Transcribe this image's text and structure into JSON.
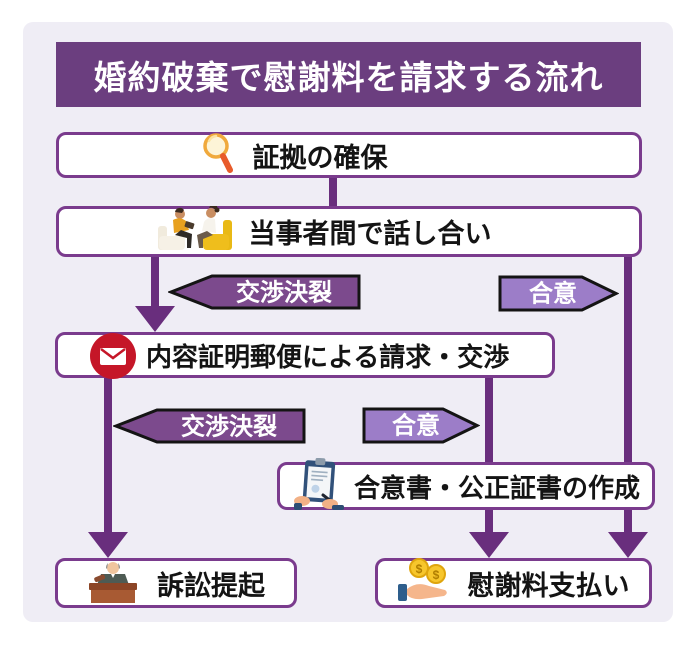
{
  "title": {
    "text": "婚約破棄で慰謝料を請求する流れ"
  },
  "nodes": {
    "evidence": {
      "label": "証拠の確保",
      "icon": "magnifier-icon"
    },
    "discussion": {
      "label": "当事者間で話し合い",
      "icon": "two-people-talking-icon"
    },
    "certified_mail": {
      "label": "内容証明郵便による請求・交渉",
      "icon": "envelope-icon"
    },
    "agreement_doc": {
      "label": "合意書・公正証書の作成",
      "icon": "document-signing-icon"
    },
    "lawsuit": {
      "label": "訴訟提起",
      "icon": "judge-gavel-icon"
    },
    "payment": {
      "label": "慰謝料支払い",
      "icon": "coins-in-hand-icon"
    }
  },
  "branches": {
    "negotiation_breakdown_1": {
      "label": "交渉決裂"
    },
    "agreement_1": {
      "label": "合意"
    },
    "negotiation_breakdown_2": {
      "label": "交渉決裂"
    },
    "agreement_2": {
      "label": "合意"
    }
  },
  "icons": {
    "dollar_symbol": "$"
  },
  "colors": {
    "title_bg": "#6B3E7F",
    "box_border": "#7A3B8D",
    "connector": "#692E7D",
    "breakdown_fill": "#7C4A8D",
    "agree_fill": "#9C7DC8",
    "canvas_bg": "#EFEDF5",
    "mail_red": "#C51628",
    "banner_border": "#141414",
    "text": "#141414",
    "title_text": "#FFFFFF"
  }
}
